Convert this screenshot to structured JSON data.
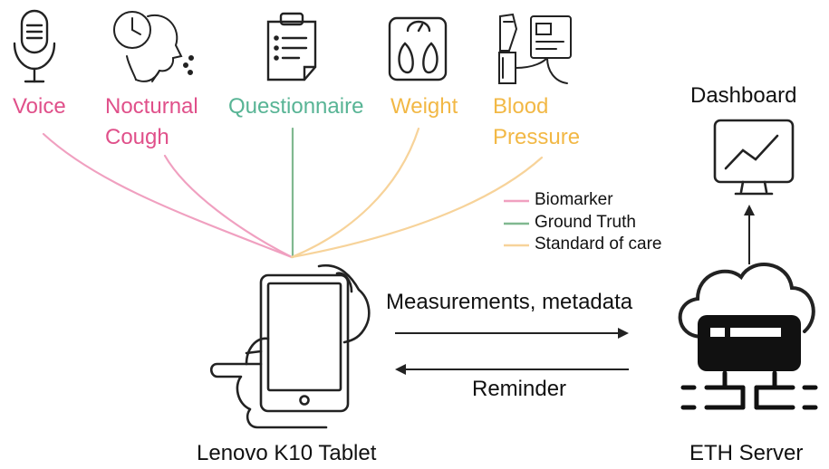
{
  "sources": {
    "voice": "Voice",
    "cough_line1": "Nocturnal",
    "cough_line2": "Cough",
    "questionnaire": "Questionnaire",
    "weight": "Weight",
    "bp_line1": "Blood",
    "bp_line2": "Pressure"
  },
  "legend": {
    "biomarker": "Biomarker",
    "ground_truth": "Ground Truth",
    "standard_of_care": "Standard of care"
  },
  "flows": {
    "to_server": "Measurements, metadata",
    "to_tablet": "Reminder"
  },
  "nodes": {
    "dashboard": "Dashboard",
    "tablet": "Lenovo K10 Tablet",
    "server": "ETH Server"
  },
  "icons": {
    "voice": "microphone-icon",
    "cough": "coughing-person-clock-icon",
    "questionnaire": "clipboard-icon",
    "weight": "scale-icon",
    "blood_pressure": "blood-pressure-monitor-icon",
    "dashboard": "monitor-chart-icon",
    "tablet": "hand-holding-tablet-icon",
    "server": "cloud-server-icon"
  },
  "colors": {
    "biomarker": "#f0a0c0",
    "ground_truth": "#80b890",
    "standard_of_care": "#f7d39a",
    "biomarker_text": "#e0508a",
    "ground_truth_text": "#58b495",
    "standard_of_care_text": "#f2b845"
  }
}
